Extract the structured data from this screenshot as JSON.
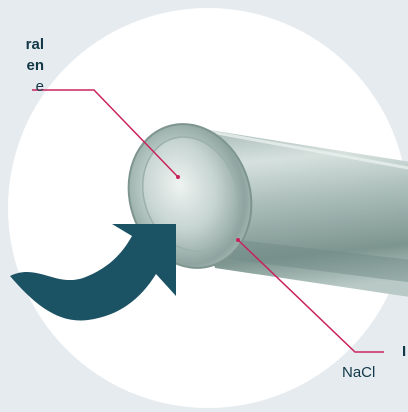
{
  "labels": {
    "top_left": {
      "line1": "ral",
      "line2": "en",
      "line3": "e"
    },
    "bottom_right": {
      "line1": "I",
      "line2": "NaCl"
    }
  },
  "colors": {
    "background": "#e6ebef",
    "circle": "#ffffff",
    "arrow": "#1c5364",
    "leader_line": "#c8235a",
    "text": "#123746",
    "tube_light": "#c9d7d4",
    "tube_dark": "#6f8a86"
  }
}
